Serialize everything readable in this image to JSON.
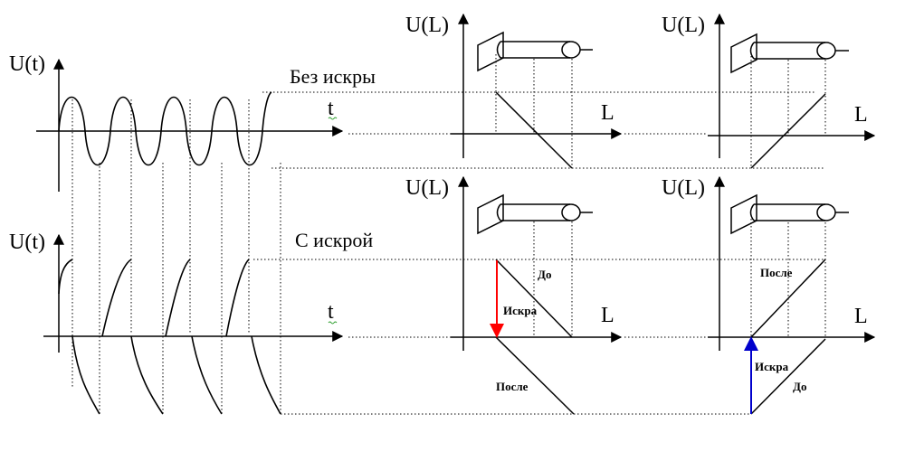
{
  "labels": {
    "u_t": "U(t)",
    "u_l": "U(L)",
    "t": "t",
    "l": "L",
    "no_spark": "Без искры",
    "with_spark": "С искрой",
    "before": "До",
    "after": "После",
    "spark": "Искра"
  },
  "colors": {
    "spark_arrow_red": "#ff0000",
    "spark_arrow_blue": "#0000cc",
    "stroke": "#000000"
  }
}
